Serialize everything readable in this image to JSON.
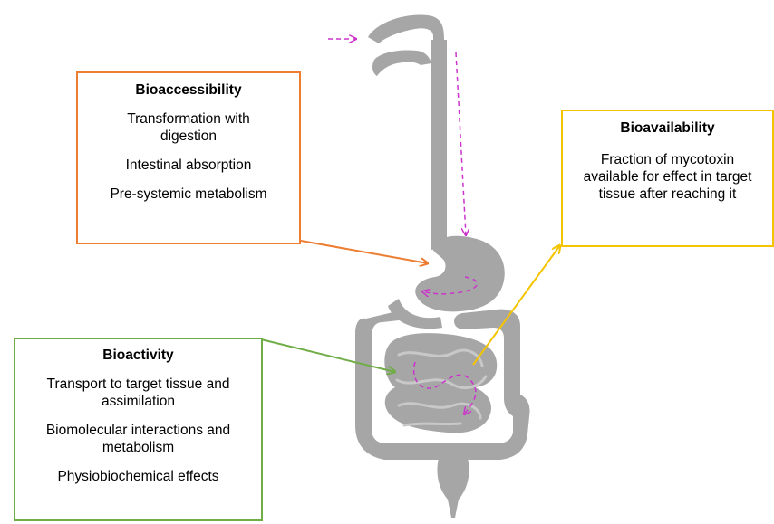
{
  "colors": {
    "bioaccessibility": "#ED7D31",
    "bioavailability": "#F5C400",
    "bioactivity": "#70AD47",
    "digestive_tract": "#A6A6A6",
    "flow_arrows": "#CC33CC"
  },
  "icons": {
    "anatomy": "digestive-tract-icon"
  },
  "bioaccessibility": {
    "title": "Bioaccessibility",
    "items": [
      "Transformation with digestion",
      "Intestinal absorption",
      "Pre-systemic metabolism"
    ]
  },
  "bioavailability": {
    "title": "Bioavailability",
    "description": "Fraction of mycotoxin available for effect in target tissue after reaching it"
  },
  "bioactivity": {
    "title": "Bioactivity",
    "items": [
      "Transport to target tissue and assimilation",
      "Biomolecular interactions and metabolism",
      "Physiobiochemical effects"
    ]
  }
}
